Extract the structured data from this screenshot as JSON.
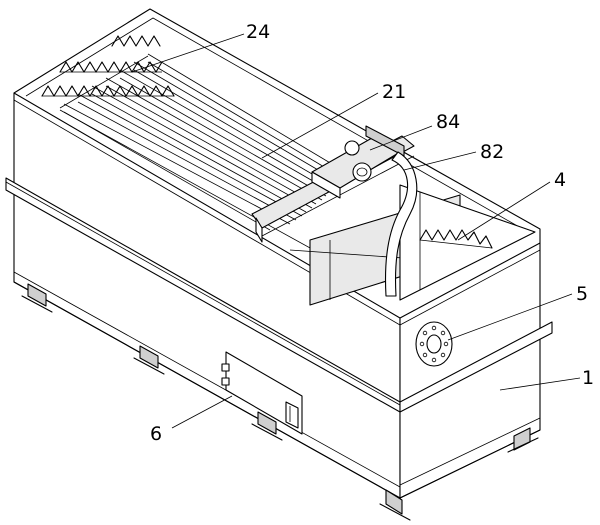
{
  "callouts": [
    {
      "id": "c24",
      "text": "24"
    },
    {
      "id": "c21",
      "text": "21"
    },
    {
      "id": "c84",
      "text": "84"
    },
    {
      "id": "c82",
      "text": "82"
    },
    {
      "id": "c4",
      "text": "4"
    },
    {
      "id": "c5",
      "text": "5"
    },
    {
      "id": "c1",
      "text": "1"
    },
    {
      "id": "c6",
      "text": "6"
    }
  ]
}
